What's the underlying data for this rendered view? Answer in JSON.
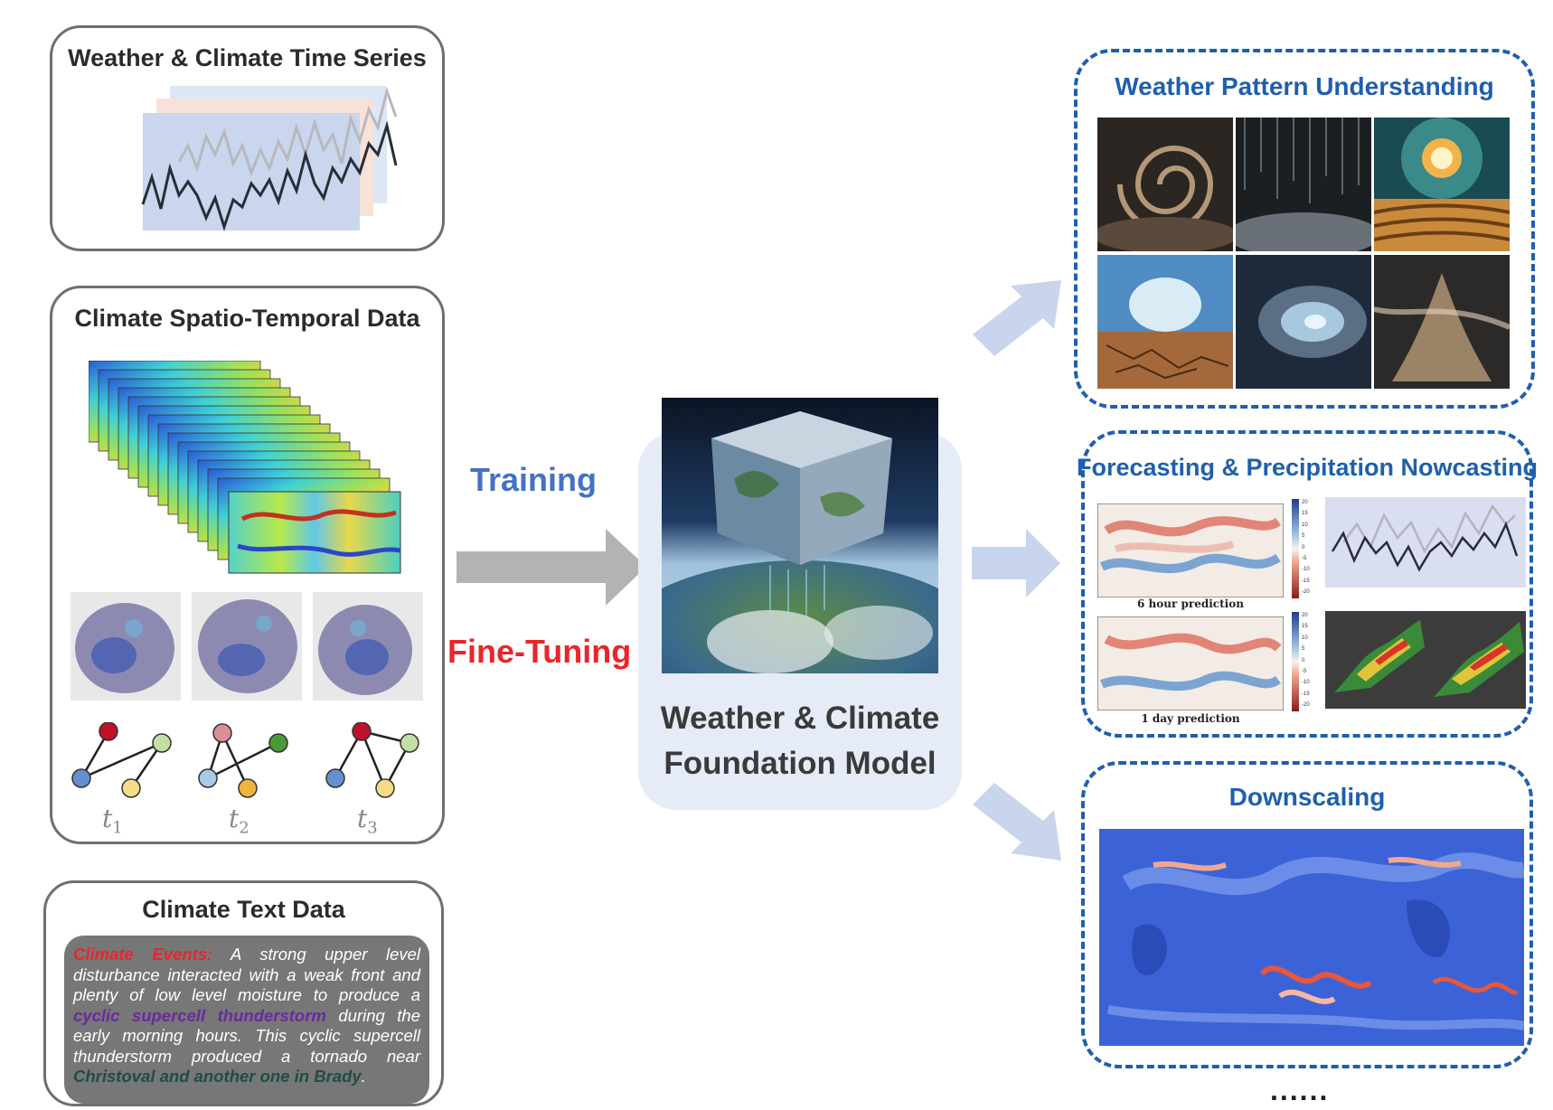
{
  "left": {
    "time_series_title": "Weather & Climate Time Series",
    "spatio_temporal_title": "Climate Spatio-Temporal Data",
    "time_labels": [
      "t",
      "1",
      "t",
      "2",
      "t",
      "3"
    ],
    "text_data_title": "Climate Text Data",
    "text_data": {
      "events_label": "Climate Events:",
      "part1": " A strong upper level disturbance interacted with a weak front and plenty of low level moisture to produce a ",
      "highlight1": "cyclic supercell thunderstorm",
      "part2": " during the early morning hours. This cyclic supercell thunderstorm produced a tornado near ",
      "highlight2": "Christoval and another one in Brady",
      "part3": "."
    }
  },
  "center": {
    "training_label": "Training",
    "finetuning_label": "Fine-Tuning",
    "model_line1": "Weather & Climate",
    "model_line2": "Foundation Model"
  },
  "right": {
    "pattern_title": "Weather Pattern Understanding",
    "forecast_title": "Forecasting & Precipitation Nowcasting",
    "forecast_captions": [
      "6 hour prediction",
      "1 day prediction"
    ],
    "colorbar_ticks": [
      "20",
      "15",
      "10",
      "5",
      "0",
      "-5",
      "-10",
      "-15",
      "-20"
    ],
    "downscaling_title": "Downscaling",
    "ellipsis": "......"
  },
  "colors": {
    "accent_blue": "#1f5fad",
    "training_blue": "#4472c4",
    "finetune_red": "#e8262a",
    "arrow_gray": "#b3b3b3",
    "arrow_lightblue": "#c9d5ec"
  }
}
